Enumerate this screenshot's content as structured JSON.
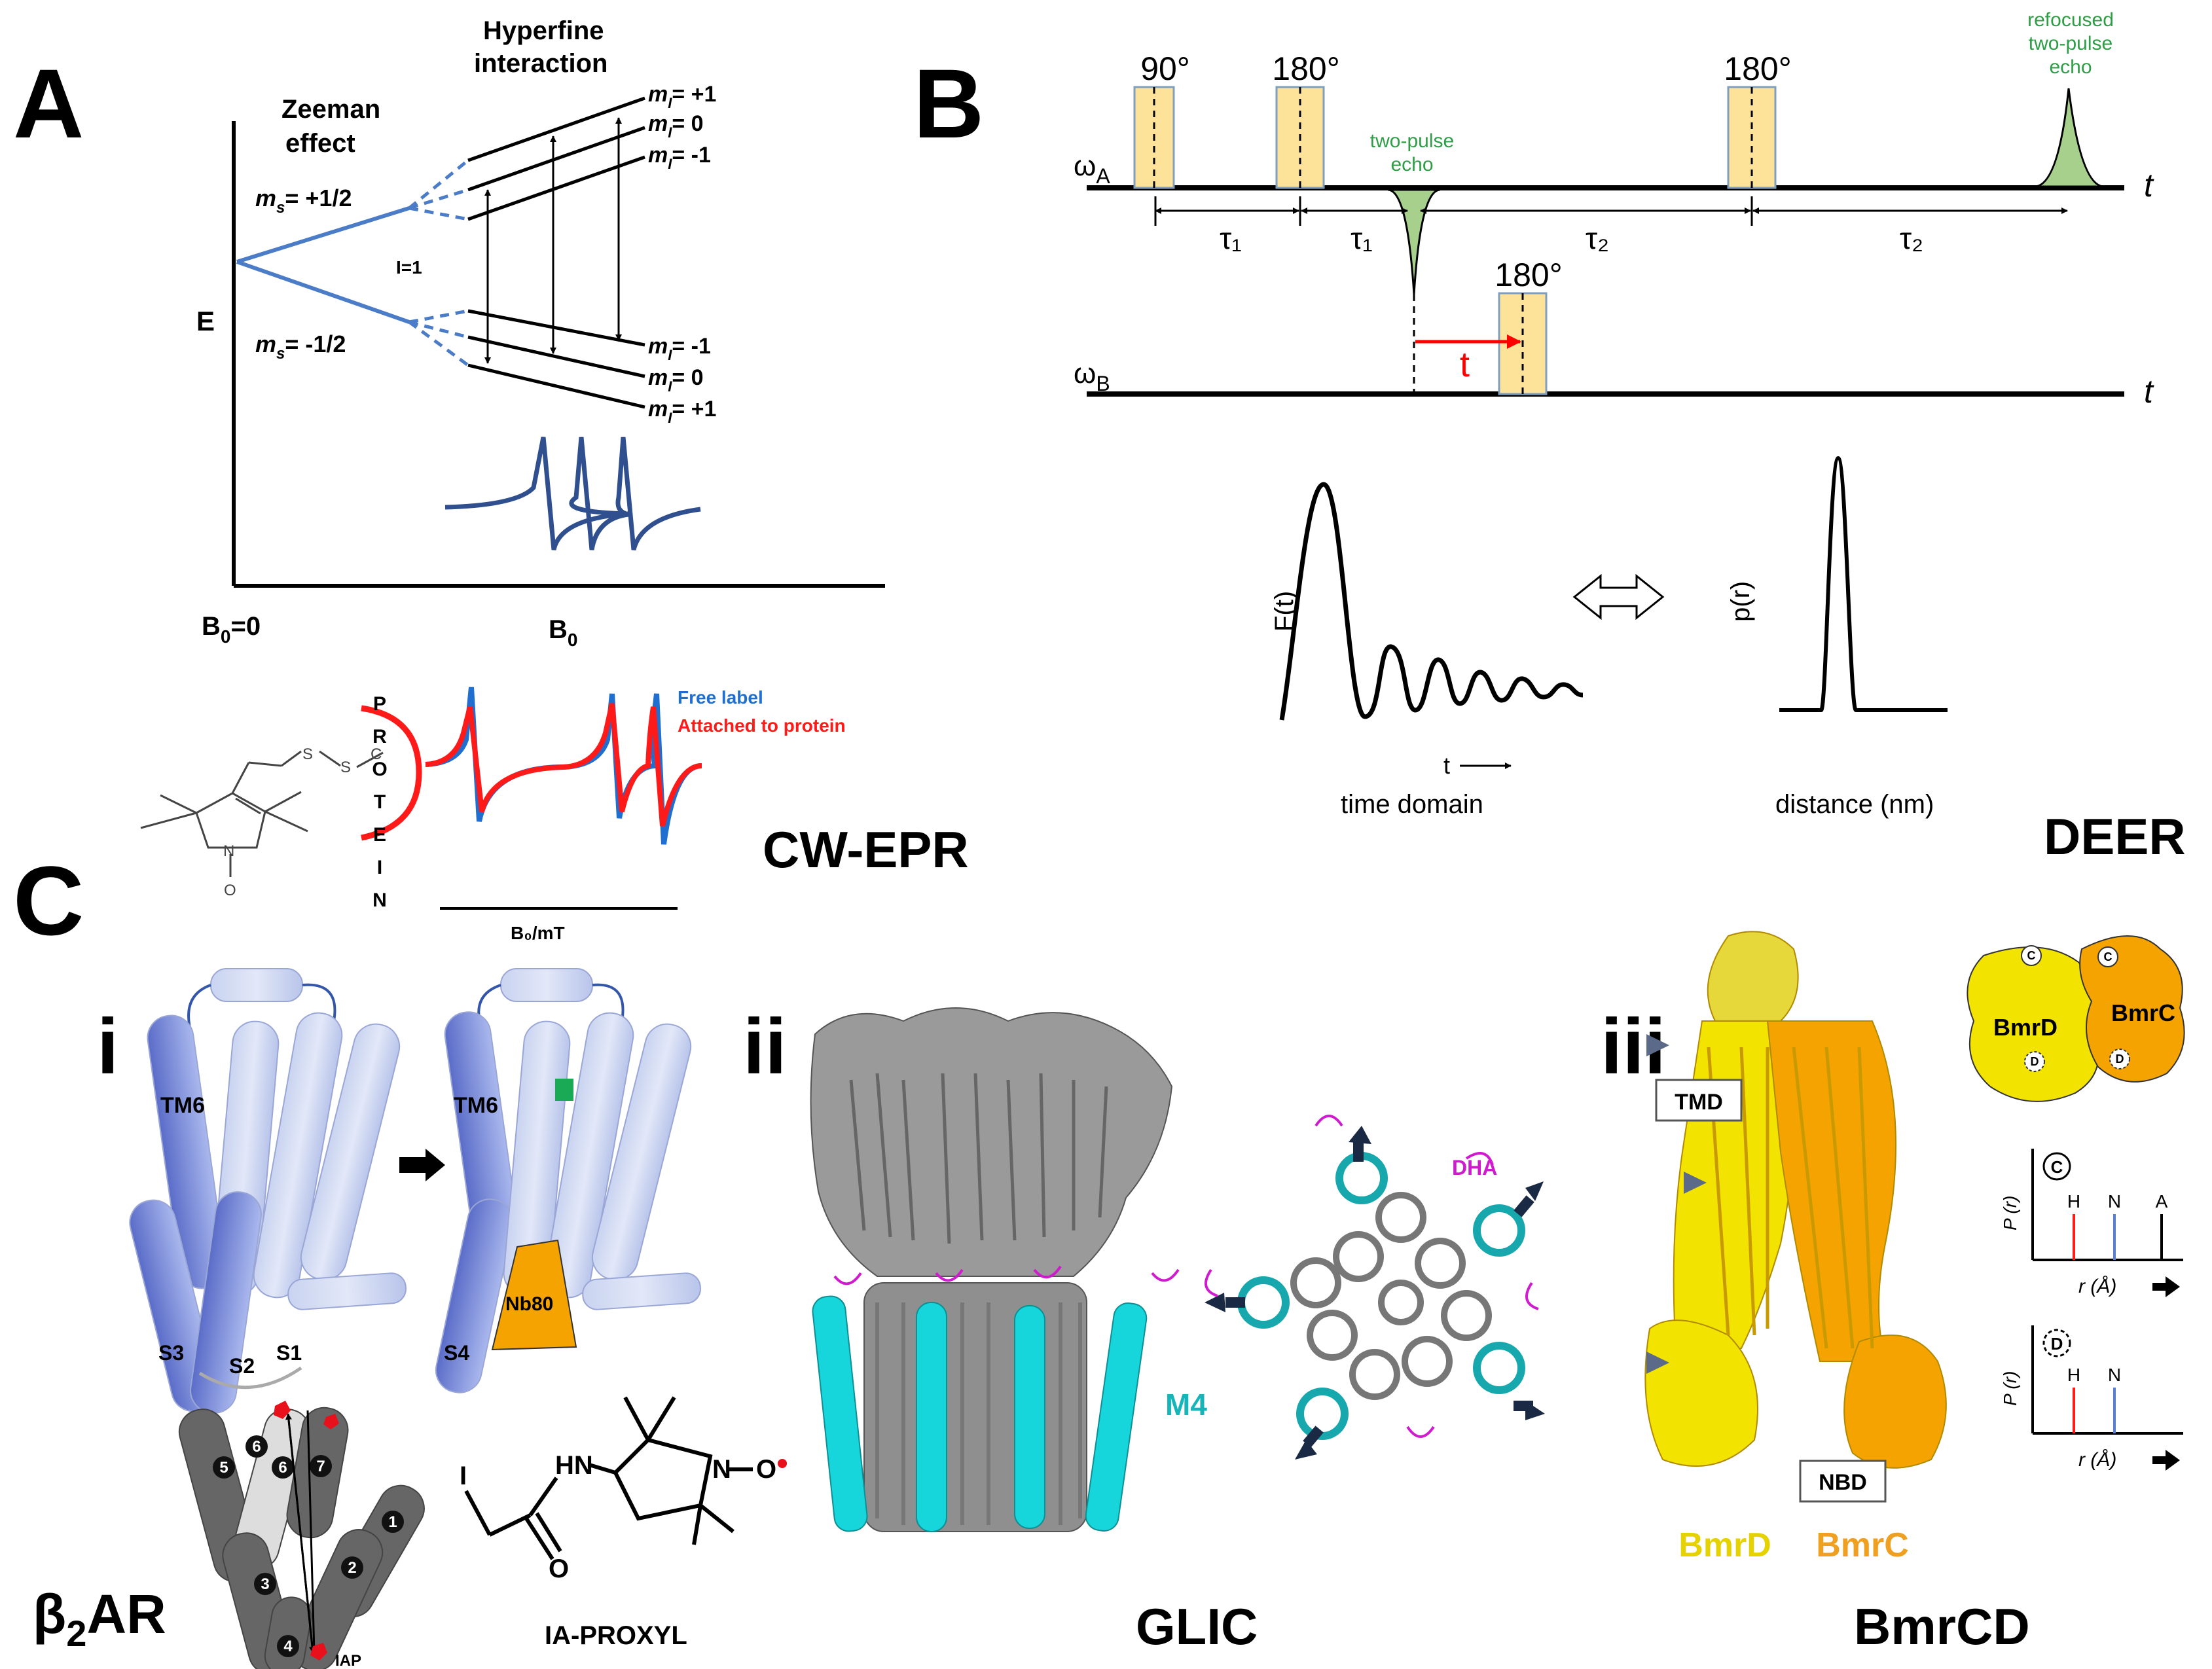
{
  "panels": {
    "A": {
      "letter": "A",
      "zeeman": [
        "Zeeman",
        "effect"
      ],
      "hyperfine": [
        "Hyperfine",
        "interaction"
      ],
      "ms_plus": "= +1/2",
      "ms_minus": "= -1/2",
      "ms_sym": "m",
      "ms_sub": "s",
      "mi_sym": "m",
      "mi_sub": "I",
      "mi_upper": [
        "= +1",
        "= 0",
        "= -1"
      ],
      "mi_lower": [
        "= -1",
        "= 0",
        "= +1"
      ],
      "spin": "I=1",
      "energy": "E",
      "b0zero_pre": "B",
      "b0zero_sub": "0",
      "b0zero_post": "=0",
      "b0_pre": "B",
      "b0_sub": "0",
      "legend_free": "Free label",
      "legend_attached": "Attached to protein",
      "protein_letters": [
        "P",
        "R",
        "O",
        "T",
        "E",
        "I",
        "N"
      ],
      "oxygen": "O",
      "nitrogen": "N",
      "axis_label": "B₀/mT",
      "title": "CW-EPR",
      "colors": {
        "line": "#4a7cc7",
        "spectrum": "#2f4f8f",
        "attached": "#ff1a1a",
        "free": "#1f6fd1"
      }
    },
    "B": {
      "letter": "B",
      "pulse_90": "90°",
      "pulse_180": "180°",
      "omega_a": "ω",
      "omega_a_sub": "A",
      "omega_b": "ω",
      "omega_b_sub": "B",
      "t_axis": "t",
      "tau1": "τ₁",
      "tau2": "τ₂",
      "two_pulse_echo": [
        "two-pulse",
        "echo"
      ],
      "refocused_echo": [
        "refocused",
        "two-pulse",
        "echo"
      ],
      "t_red": "t",
      "ft_label": "F(t)",
      "pr_label": "p(r)",
      "t_arrow": "t",
      "time_domain": "time domain",
      "distance": "distance (nm)",
      "title": "DEER",
      "colors": {
        "pulse": "#fde29a",
        "echo": "#a8d08d",
        "echo_text": "#2e9e46",
        "red": "#ff0000"
      }
    },
    "C": {
      "letter": "C",
      "i": {
        "numeral": "i",
        "tm6_left": "TM6",
        "tm6_right": "TM6",
        "s3": "S3",
        "s2": "S2",
        "s1": "S1",
        "s4": "S4",
        "nb80": "Nb80",
        "beta2ar": "β",
        "beta2ar_sub": "2",
        "beta2ar_post": "AR",
        "helix_numbers": [
          "1",
          "2",
          "3",
          "4",
          "5",
          "6",
          "6",
          "7"
        ],
        "iap": "IAP",
        "ia_proxyl": "IA-PROXYL",
        "iodine": "I",
        "hn": "HN",
        "n": "N",
        "o_rad": "O",
        "o_keto": "O"
      },
      "ii": {
        "numeral": "ii",
        "m4": "M4",
        "dha": "DHA",
        "title": "GLIC"
      },
      "iii": {
        "numeral": "iii",
        "tmd": "TMD",
        "nbd": "NBD",
        "bmrd": "BmrD",
        "bmrc": "BmrC",
        "bmrd_label": "BmrD",
        "bmrc_label": "BmrC",
        "c_circle": "C",
        "d_circle": "D",
        "plot_c": {
          "circle": "C",
          "ylabel": "P (r)",
          "xlabel": "r (Å)",
          "peaks": [
            "H",
            "N",
            "A"
          ]
        },
        "plot_d": {
          "circle": "D",
          "ylabel": "P (r)",
          "xlabel": "r (Å)",
          "peaks": [
            "H",
            "N"
          ]
        },
        "title": "BmrCD",
        "colors": {
          "bmrd": "#f2e300",
          "bmrc": "#f5a300",
          "bmrd_text": "#e5d200",
          "bmrc_text": "#f0a020"
        }
      }
    }
  }
}
